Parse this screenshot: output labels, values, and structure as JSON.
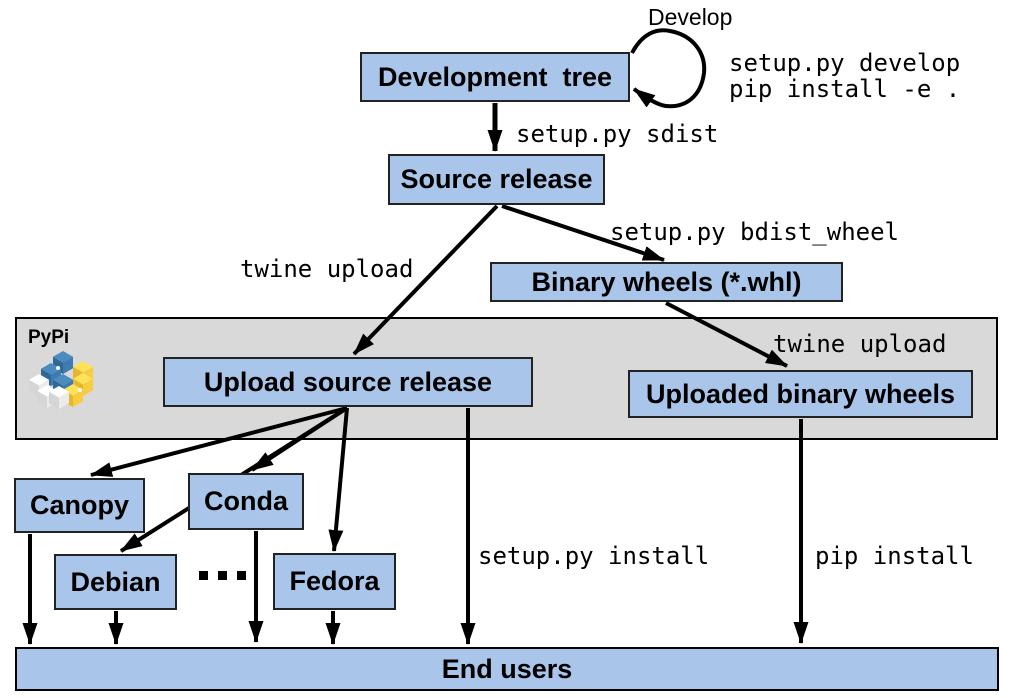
{
  "colors": {
    "node_fill": "#a9c6ea",
    "band_fill": "#d9d9d9",
    "arrow": "#000000"
  },
  "nodes": {
    "development_tree": {
      "label": "Development  tree"
    },
    "source_release": {
      "label": "Source release"
    },
    "binary_wheels": {
      "label": "Binary wheels (*.whl)"
    },
    "upload_source_release": {
      "label": "Upload source release"
    },
    "uploaded_binary_wheels": {
      "label": "Uploaded binary wheels"
    },
    "canopy": {
      "label": "Canopy"
    },
    "conda": {
      "label": "Conda"
    },
    "debian": {
      "label": "Debian"
    },
    "fedora": {
      "label": "Fedora"
    },
    "end_users": {
      "label": "End users"
    }
  },
  "band": {
    "label": "PyPi"
  },
  "edge_labels": {
    "develop": "Develop",
    "setup_py_develop": "setup.py develop",
    "pip_install_editable": "pip install -e .",
    "setup_py_sdist": "setup.py sdist",
    "twine_upload_source": "twine upload",
    "setup_py_bdist_wheel": "setup.py bdist_wheel",
    "twine_upload_wheels": "twine upload",
    "setup_py_install": "setup.py install",
    "pip_install": "pip install",
    "ellipsis": "..."
  }
}
